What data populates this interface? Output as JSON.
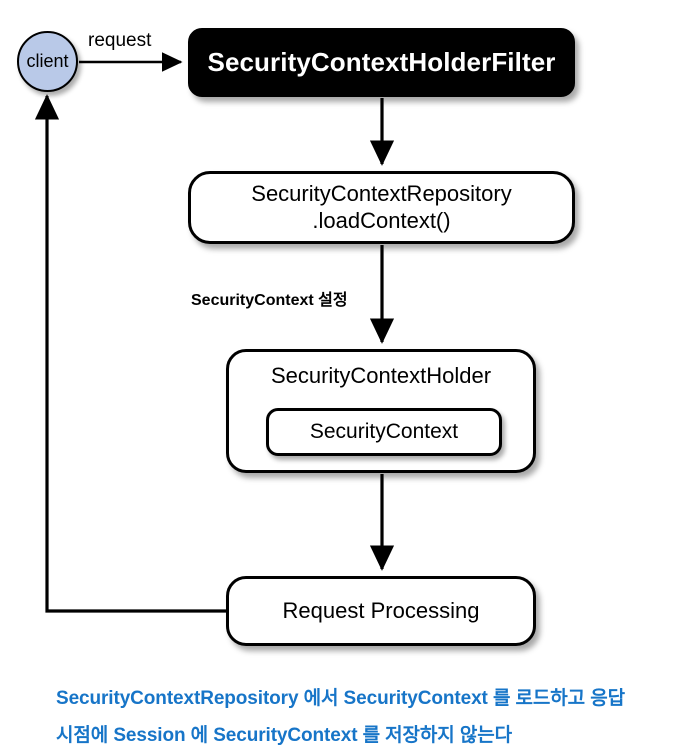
{
  "diagram": {
    "title": "Spring Security SecurityContextHolderFilter flow",
    "colors": {
      "client_fill": "#b9c9e8",
      "filter_fill": "#000000",
      "filter_text": "#ffffff",
      "node_stroke": "#000000",
      "node_fill": "#ffffff",
      "caption_text": "#1775c8"
    },
    "nodes": {
      "client": {
        "label": "client",
        "shape": "ellipse"
      },
      "filter": {
        "label": "SecurityContextHolderFilter",
        "shape": "rounded-rect-filled"
      },
      "repository": {
        "line1": "SecurityContextRepository",
        "line2": ".loadContext()",
        "shape": "rounded-rect"
      },
      "holder": {
        "label": "SecurityContextHolder",
        "shape": "rounded-rect"
      },
      "context": {
        "label": "SecurityContext",
        "shape": "rounded-rect"
      },
      "processing": {
        "label": "Request Processing",
        "shape": "rounded-rect"
      }
    },
    "edges": [
      {
        "id": "client-to-filter",
        "from": "client",
        "to": "filter",
        "label": "request",
        "direction": "right"
      },
      {
        "id": "filter-to-repository",
        "from": "filter",
        "to": "repository",
        "label": "",
        "direction": "down"
      },
      {
        "id": "repository-to-holder",
        "from": "repository",
        "to": "holder",
        "label": "SecurityContext 설정",
        "direction": "down"
      },
      {
        "id": "holder-to-processing",
        "from": "holder",
        "to": "processing",
        "label": "",
        "direction": "down"
      },
      {
        "id": "processing-to-client",
        "from": "processing",
        "to": "client",
        "label": "",
        "direction": "up-left"
      }
    ]
  },
  "caption": {
    "line1": "SecurityContextRepository 에서 SecurityContext 를 로드하고 응답",
    "line2": "시점에 Session 에 SecurityContext 를 저장하지 않는다"
  }
}
